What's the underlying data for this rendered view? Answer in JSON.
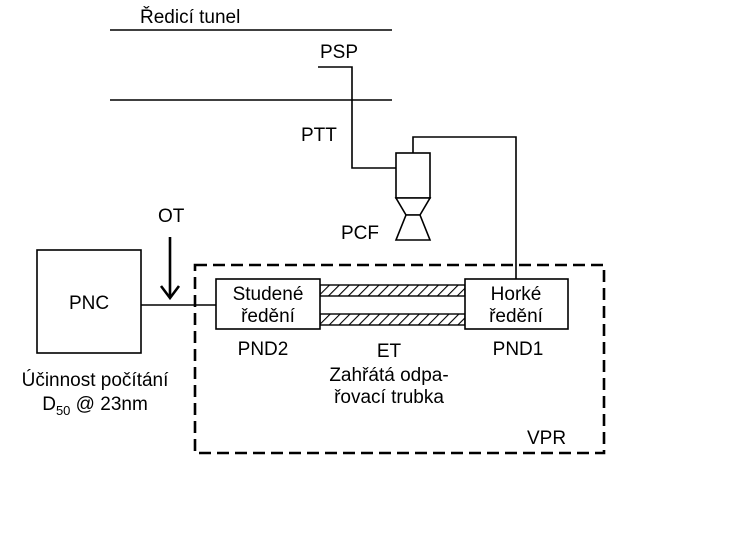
{
  "labels": {
    "tunnel": "Ředicí tunel",
    "psp": "PSP",
    "ptt": "PTT",
    "pcf": "PCF",
    "ot": "OT",
    "pnc": "PNC",
    "cold_line1": "Studené",
    "cold_line2": "ředění",
    "hot_line1": "Horké",
    "hot_line2": "ředění",
    "pnd2": "PND2",
    "pnd1": "PND1",
    "et": "ET",
    "et_desc_line1": "Zahřátá odpa-",
    "et_desc_line2": "řovací trubka",
    "vpr": "VPR",
    "efficiency_line1": "Účinnost počítání",
    "efficiency_d": "D",
    "efficiency_sub": "50",
    "efficiency_rest": " @ 23nm"
  }
}
